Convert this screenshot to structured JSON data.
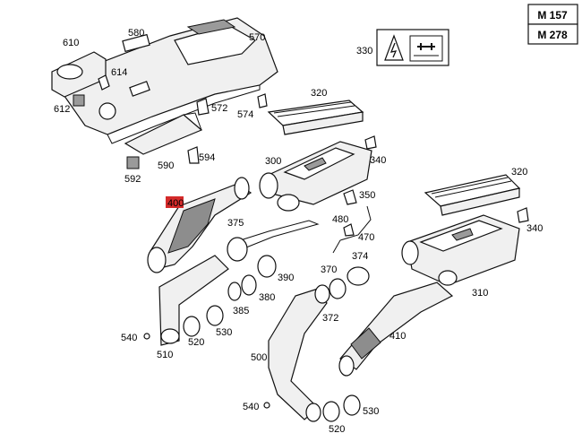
{
  "engine_codes": [
    "M 157",
    "M 278"
  ],
  "labels": {
    "p610": "610",
    "p580": "580",
    "p570": "570",
    "p614": "614",
    "p612": "612",
    "p572": "572",
    "p574": "574",
    "p590": "590",
    "p594": "594",
    "p592": "592",
    "p330": "330",
    "p320a": "320",
    "p300": "300",
    "p340a": "340",
    "p350": "350",
    "p480": "480",
    "p470": "470",
    "p320b": "320",
    "p340b": "340",
    "p400": "400",
    "p375": "375",
    "p390": "390",
    "p380": "380",
    "p385": "385",
    "p370": "370",
    "p374": "374",
    "p372": "372",
    "p310": "310",
    "p410": "410",
    "p540a": "540",
    "p520a": "520",
    "p530a": "530",
    "p510": "510",
    "p500": "500",
    "p540b": "540",
    "p520b": "520",
    "p530b": "530"
  },
  "highlight": {
    "part": "400",
    "color": "#d42a2a"
  },
  "icons": [
    "electrical-warning-icon",
    "manual-wrench-icon"
  ]
}
